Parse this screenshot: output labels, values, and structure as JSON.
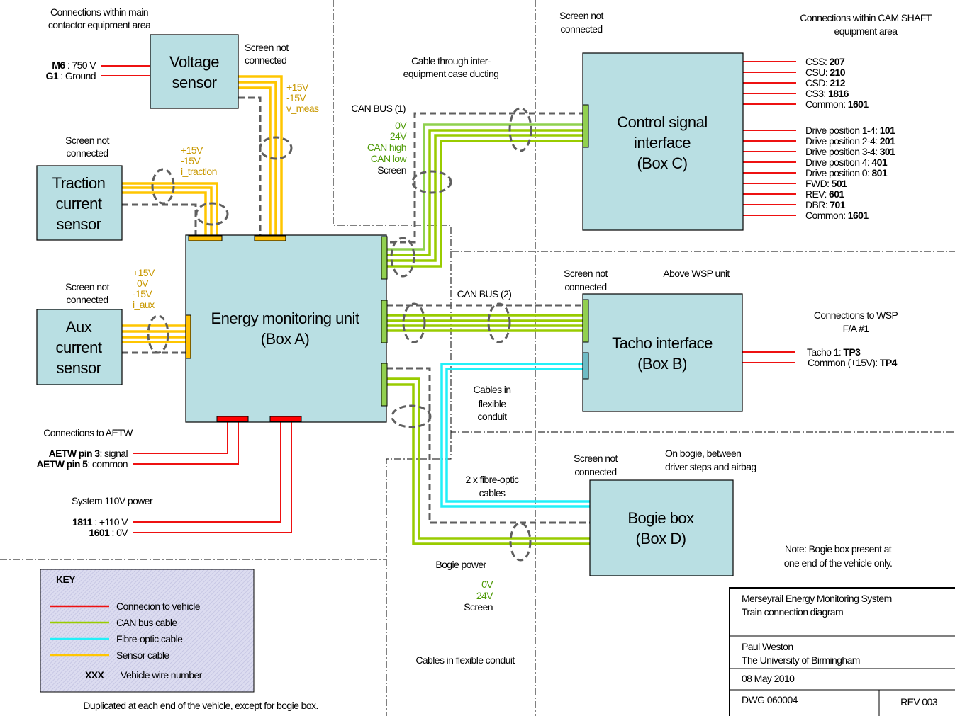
{
  "colors": {
    "vehicle_connection": "#ee1111",
    "can_bus": "#99cc00",
    "fibre_optic": "#22f0f8",
    "sensor": "#ffc600",
    "screen": "#5f5f5f",
    "box_fill": "#b9dfe3"
  },
  "boxes": {
    "voltage_sensor": {
      "line1": "Voltage",
      "line2": "sensor"
    },
    "traction_sensor": {
      "line1": "Traction",
      "line2": "current",
      "line3": "sensor"
    },
    "aux_sensor": {
      "line1": "Aux",
      "line2": "current",
      "line3": "sensor"
    },
    "energy_unit": {
      "line1": "Energy monitoring unit",
      "line2": "(Box A)"
    },
    "control_interface": {
      "line1": "Control signal",
      "line2": "interface",
      "line3": "(Box C)"
    },
    "tacho_interface": {
      "line1": "Tacho interface",
      "line2": "(Box B)"
    },
    "bogie_box": {
      "line1": "Bogie box",
      "line2": "(Box D)"
    }
  },
  "areas": {
    "main_contactor": {
      "line1": "Connections within main",
      "line2": "contactor equipment area"
    },
    "cam_shaft": {
      "line1": "Connections within CAM SHAFT",
      "line2": "equipment area"
    },
    "ducting": {
      "line1": "Cable through inter-",
      "line2": "equipment case ducting"
    },
    "above_wsp": "Above WSP unit",
    "wsp_connections": {
      "line1": "Connections to WSP",
      "line2": "F/A #1"
    },
    "on_bogie": {
      "line1": "On bogie, between",
      "line2": "driver steps and airbag"
    },
    "conduit_mid": {
      "line1": "Cables in",
      "line2": "flexible",
      "line3": "conduit"
    },
    "conduit_bottom": "Cables in flexible conduit",
    "fibre_label": {
      "line1": "2 x fibre-optic",
      "line2": "cables"
    },
    "bogie_note": {
      "line1": "Note: Bogie box present at",
      "line2": "one end of the vehicle only."
    }
  },
  "screen_notes": {
    "line1": "Screen not",
    "line2": "connected"
  },
  "voltage_inputs": [
    {
      "wire": "M6",
      "sep": " :  ",
      "desc": "750 V"
    },
    {
      "wire": "G1",
      "sep": " :  ",
      "desc": "Ground"
    }
  ],
  "sensor_signals": {
    "voltage": [
      "+15V",
      "-15V",
      "v_meas"
    ],
    "traction": [
      "+15V",
      "-15V",
      "i_traction"
    ],
    "aux": [
      "+15V",
      "0V",
      "-15V",
      "i_aux"
    ]
  },
  "can_bus_1": {
    "title": "CAN BUS (1)",
    "signals": [
      {
        "label": "0V",
        "color": "green"
      },
      {
        "label": "24V",
        "color": "green"
      },
      {
        "label": "CAN high",
        "color": "green"
      },
      {
        "label": "CAN low",
        "color": "green"
      },
      {
        "label": "Screen",
        "color": "black"
      }
    ]
  },
  "can_bus_2": {
    "title": "CAN BUS (2)"
  },
  "cam_shaft_group1": [
    {
      "name": "CSS: ",
      "wire": "207"
    },
    {
      "name": "CSU: ",
      "wire": "210"
    },
    {
      "name": "CSD: ",
      "wire": "212"
    },
    {
      "name": "CS3: ",
      "wire": "1816"
    },
    {
      "name": "Common: ",
      "wire": "1601"
    }
  ],
  "cam_shaft_group2": [
    {
      "name": "Drive position 1-4: ",
      "wire": "101"
    },
    {
      "name": "Drive position 2-4: ",
      "wire": "201"
    },
    {
      "name": "Drive position 3-4: ",
      "wire": "301"
    },
    {
      "name": "Drive position 4: ",
      "wire": "401"
    },
    {
      "name": "Drive position 0: ",
      "wire": "801"
    },
    {
      "name": "FWD: ",
      "wire": "501"
    },
    {
      "name": "REV: ",
      "wire": "601"
    },
    {
      "name": "DBR: ",
      "wire": "701"
    },
    {
      "name": "Common: ",
      "wire": "1601"
    }
  ],
  "wsp_pins": [
    {
      "name": "Tacho 1: ",
      "wire": "TP3"
    },
    {
      "name": "Common (+15V): ",
      "wire": "TP4"
    }
  ],
  "aetw": {
    "title": "Connections to AETW",
    "pins": [
      {
        "wire": "AETW pin 3",
        "desc": ": signal"
      },
      {
        "wire": "AETW pin 5",
        "desc": ": common"
      }
    ]
  },
  "power": {
    "title": "System 110V power",
    "pins": [
      {
        "wire": "1811",
        "desc": " :  +110 V"
      },
      {
        "wire": "1601",
        "desc": " :  0V"
      }
    ]
  },
  "bogie_power": {
    "title": "Bogie power",
    "signals": [
      {
        "label": "0V",
        "color": "green"
      },
      {
        "label": "24V",
        "color": "green"
      },
      {
        "label": "Screen",
        "color": "black"
      }
    ]
  },
  "key": {
    "title": "KEY",
    "items": [
      {
        "label": "Connecion to vehicle",
        "color": "#ee1111"
      },
      {
        "label": "CAN bus cable",
        "color": "#99cc00"
      },
      {
        "label": "Fibre-optic cable",
        "color": "#22f0f8"
      },
      {
        "label": "Sensor cable",
        "color": "#ffc600"
      }
    ],
    "wire_symbol": "XXX",
    "wire_label": "Vehicle wire number",
    "footnote": "Duplicated at each end of the vehicle, except for bogie box."
  },
  "title_block": {
    "title1": "Merseyrail Energy Monitoring System",
    "title2": "Train connection diagram",
    "author": "Paul Weston",
    "org": "The University of Birmingham",
    "date": "08 May 2010",
    "drawing": "DWG 060004",
    "revision": "REV 003"
  }
}
